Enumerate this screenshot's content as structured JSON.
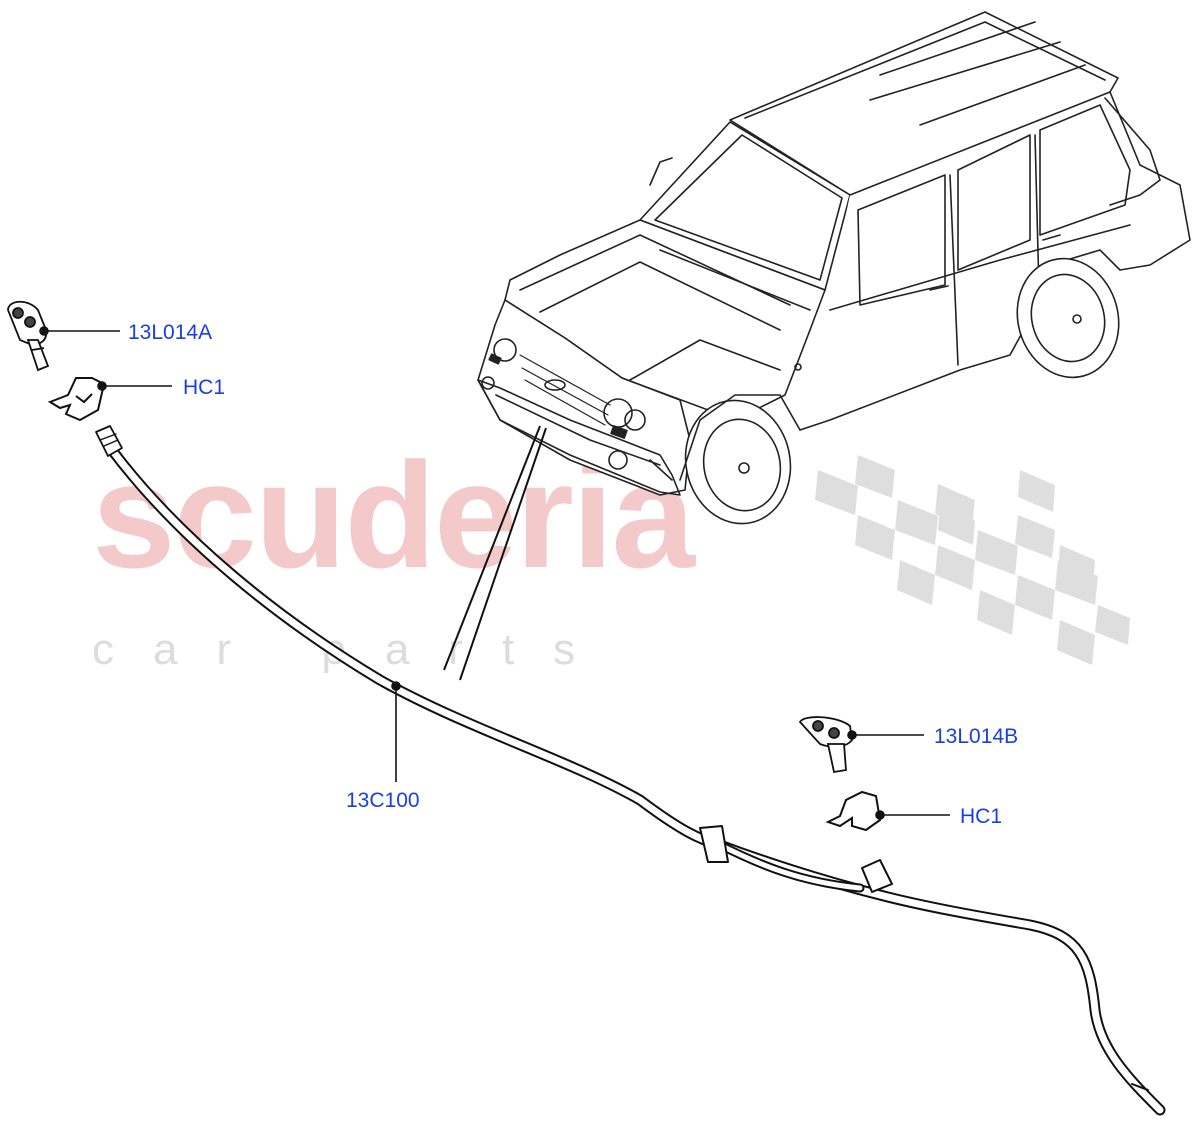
{
  "watermark": {
    "brand": "scuderia",
    "tagline": "car parts",
    "brand_color": "#f3c9c9",
    "checker_color": "#d8d8d8"
  },
  "callouts": {
    "nozzle_left": "13L014A",
    "clip_left": "HC1",
    "hose": "13C100",
    "nozzle_right": "13L014B",
    "clip_right": "HC1"
  },
  "label_color": "#1a3fe0",
  "icons": [
    "vehicle-outline",
    "washer-nozzle",
    "hose-clip",
    "washer-hose"
  ]
}
